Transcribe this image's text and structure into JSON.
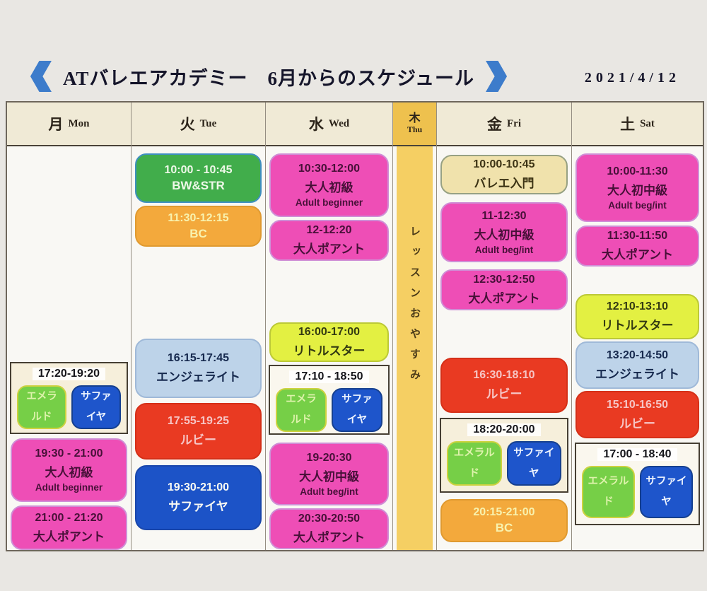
{
  "title": {
    "text": "ATバレエアカデミー　6月からのスケジュール",
    "date": "2021/4/12"
  },
  "palette": {
    "page_bg": "#e9e7e3",
    "header_bg": "#f0ead6",
    "thursday_gold": "#f5cf63",
    "chevron_blue": "#3d7ccb",
    "pink": "#ee4eb6",
    "green": "#41ad4b",
    "orange": "#f3a93c",
    "light_blue": "#bdd3e9",
    "red": "#e93a22",
    "blue": "#1c53c7",
    "chartreuse": "#e3f042",
    "cream": "#f0e2ac",
    "emerald": "#76cf47",
    "sapphire": "#1e55cb"
  },
  "days": {
    "mon": {
      "kanji": "月",
      "en": "Mon"
    },
    "tue": {
      "kanji": "火",
      "en": "Tue"
    },
    "wed": {
      "kanji": "水",
      "en": "Wed"
    },
    "thu": {
      "kanji": "木",
      "en": "Thu"
    },
    "fri": {
      "kanji": "金",
      "en": "Fri"
    },
    "sat": {
      "kanji": "土",
      "en": "Sat"
    }
  },
  "thursday_note": "レッスンおやすみ",
  "schedule": {
    "mon": {
      "blocks": [
        {
          "type": "group",
          "time": "17:20-19:20",
          "slots": [
            {
              "name": "エメラルド"
            },
            {
              "name": "サファイヤ"
            }
          ]
        },
        {
          "type": "pink",
          "time": "19:30 - 21:00",
          "name": "大人初級",
          "sub": "Adult beginner"
        },
        {
          "type": "pink",
          "time": "21:00 - 21:20",
          "name": "大人ポアント"
        }
      ]
    },
    "tue": {
      "blocks": [
        {
          "type": "green",
          "time": "10:00 - 10:45",
          "name": "BW&STR"
        },
        {
          "type": "orange",
          "time": "11:30-12:15",
          "name": "BC"
        },
        {
          "type": "lblue",
          "time": "16:15-17:45",
          "name": "エンジェライト"
        },
        {
          "type": "red",
          "time": "17:55-19:25",
          "name": "ルビー"
        },
        {
          "type": "blue",
          "time": "19:30-21:00",
          "name": "サファイヤ"
        }
      ]
    },
    "wed": {
      "blocks": [
        {
          "type": "pink",
          "time": "10:30-12:00",
          "name": "大人初級",
          "sub": "Adult beginner"
        },
        {
          "type": "pink",
          "time": "12-12:20",
          "name": "大人ポアント"
        },
        {
          "type": "chartreuse",
          "time": "16:00-17:00",
          "name": "リトルスター"
        },
        {
          "type": "group",
          "time": "17:10 - 18:50",
          "slots": [
            {
              "name": "エメラルド"
            },
            {
              "name": "サファイヤ"
            }
          ]
        },
        {
          "type": "pink",
          "time": "19-20:30",
          "name": "大人初中級",
          "sub": "Adult beg/int"
        },
        {
          "type": "pink",
          "time": "20:30-20:50",
          "name": "大人ポアント"
        }
      ]
    },
    "fri": {
      "blocks": [
        {
          "type": "cream",
          "time": "10:00-10:45",
          "name": "バレエ入門"
        },
        {
          "type": "pink",
          "time": "11-12:30",
          "name": "大人初中級",
          "sub": "Adult beg/int"
        },
        {
          "type": "pink",
          "time": "12:30-12:50",
          "name": "大人ポアント"
        },
        {
          "type": "red",
          "time": "16:30-18:10",
          "name": "ルビー"
        },
        {
          "type": "group",
          "time": "18:20-20:00",
          "slots": [
            {
              "name": "エメラルド"
            },
            {
              "name": "サファイヤ"
            }
          ]
        },
        {
          "type": "orange",
          "time": "20:15-21:00",
          "name": "BC"
        }
      ]
    },
    "sat": {
      "blocks": [
        {
          "type": "pink",
          "time": "10:00-11:30",
          "name": "大人初中級",
          "sub": "Adult beg/int"
        },
        {
          "type": "pink",
          "time": "11:30-11:50",
          "name": "大人ポアント"
        },
        {
          "type": "chartreuse",
          "time": "12:10-13:10",
          "name": "リトルスター"
        },
        {
          "type": "lblue",
          "time": "13:20-14:50",
          "name": "エンジェライト"
        },
        {
          "type": "red",
          "time": "15:10-16:50",
          "name": "ルビー"
        },
        {
          "type": "group",
          "time": "17:00 - 18:40",
          "slots": [
            {
              "name": "エメラルド"
            },
            {
              "name": "サファイヤ"
            }
          ]
        }
      ]
    }
  }
}
